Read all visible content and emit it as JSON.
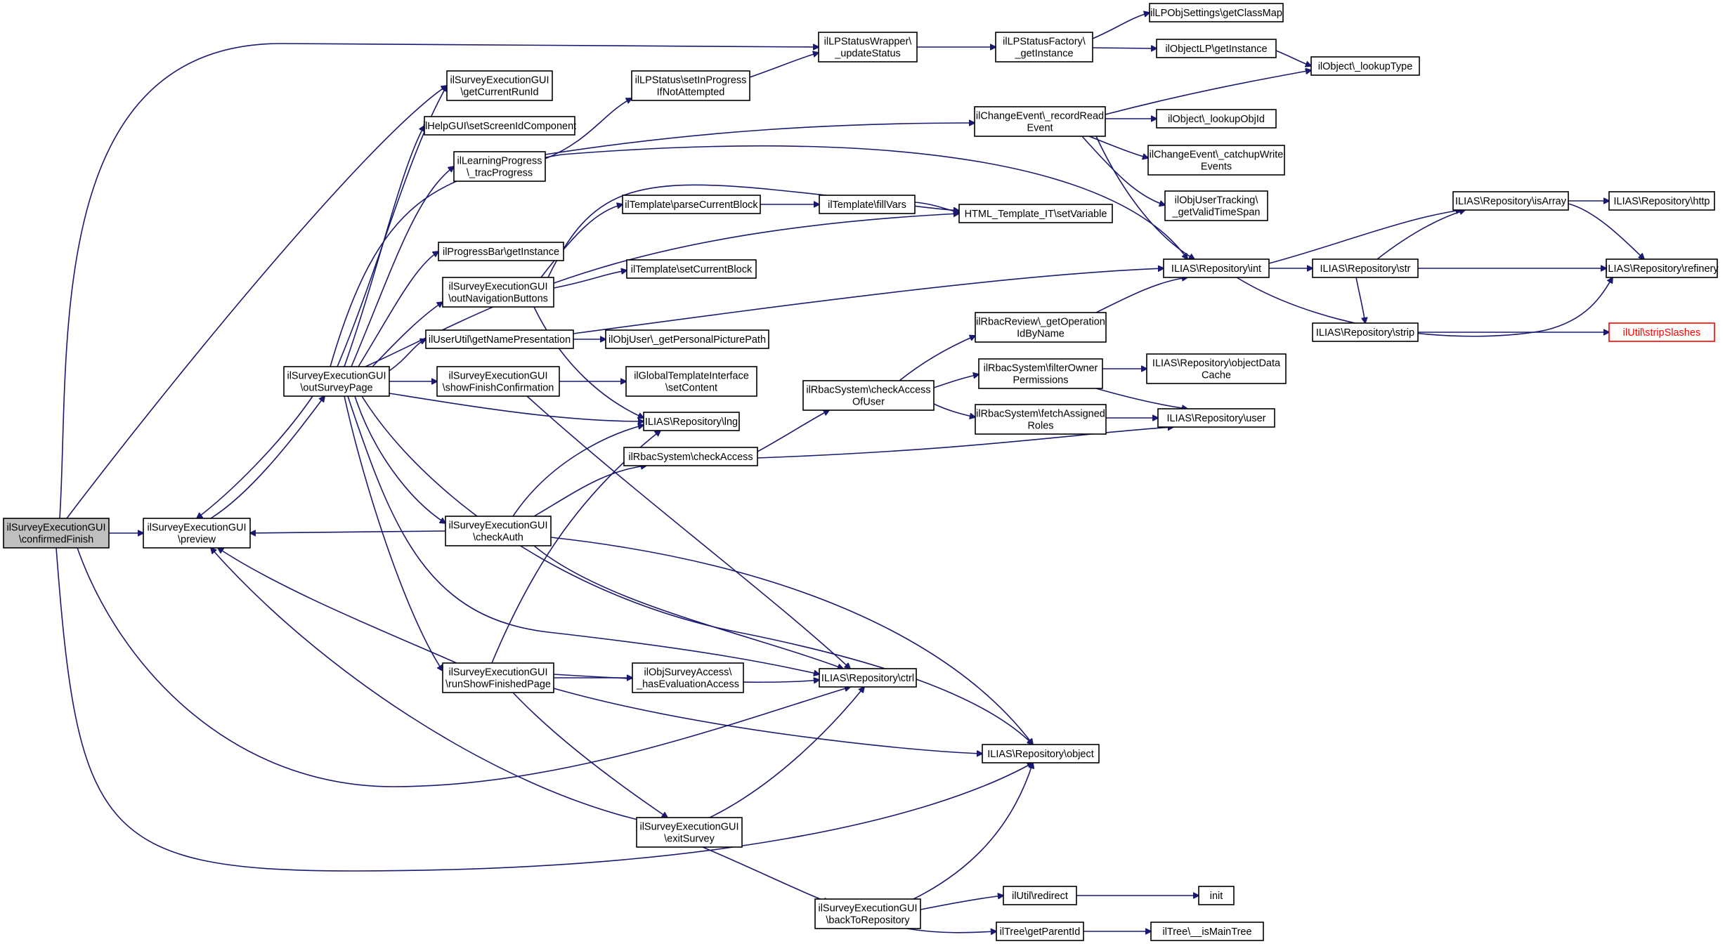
{
  "colors": {
    "edge": "#191970",
    "root_fill": "#bfbfbf",
    "highlight_border": "#ff0000"
  },
  "nodes": [
    {
      "id": "confirmedFinish",
      "lines": [
        "ilSurveyExecutionGUI",
        "\\confirmedFinish"
      ],
      "root": true
    },
    {
      "id": "preview",
      "lines": [
        "ilSurveyExecutionGUI",
        "\\preview"
      ]
    },
    {
      "id": "outSurveyPage",
      "lines": [
        "ilSurveyExecutionGUI",
        "\\outSurveyPage"
      ]
    },
    {
      "id": "getCurrentRunId",
      "lines": [
        "ilSurveyExecutionGUI",
        "\\getCurrentRunId"
      ]
    },
    {
      "id": "setScreenIdComponent",
      "lines": [
        "ilHelpGUI\\setScreenIdComponent"
      ]
    },
    {
      "id": "tracProgress",
      "lines": [
        "ilLearningProgress",
        "\\_tracProgress"
      ]
    },
    {
      "id": "progressBar",
      "lines": [
        "ilProgressBar\\getInstance"
      ]
    },
    {
      "id": "outNavigationButtons",
      "lines": [
        "ilSurveyExecutionGUI",
        "\\outNavigationButtons"
      ]
    },
    {
      "id": "getNamePresentation",
      "lines": [
        "ilUserUtil\\getNamePresentation"
      ]
    },
    {
      "id": "showFinishConfirmation",
      "lines": [
        "ilSurveyExecutionGUI",
        "\\showFinishConfirmation"
      ]
    },
    {
      "id": "checkAuth",
      "lines": [
        "ilSurveyExecutionGUI",
        "\\checkAuth"
      ]
    },
    {
      "id": "runShowFinishedPage",
      "lines": [
        "ilSurveyExecutionGUI",
        "\\runShowFinishedPage"
      ]
    },
    {
      "id": "exitSurvey",
      "lines": [
        "ilSurveyExecutionGUI",
        "\\exitSurvey"
      ]
    },
    {
      "id": "backToRepository",
      "lines": [
        "ilSurveyExecutionGUI",
        "\\backToRepository"
      ]
    },
    {
      "id": "setInProgress",
      "lines": [
        "ilLPStatus\\setInProgress",
        "IfNotAttempted"
      ]
    },
    {
      "id": "parseCurrentBlock",
      "lines": [
        "ilTemplate\\parseCurrentBlock"
      ]
    },
    {
      "id": "setCurrentBlock",
      "lines": [
        "ilTemplate\\setCurrentBlock"
      ]
    },
    {
      "id": "getPersonalPicturePath",
      "lines": [
        "ilObjUser\\_getPersonalPicturePath"
      ]
    },
    {
      "id": "setContent",
      "lines": [
        "ilGlobalTemplateInterface",
        "\\setContent"
      ]
    },
    {
      "id": "lng",
      "lines": [
        "ILIAS\\Repository\\lng"
      ]
    },
    {
      "id": "checkAccess",
      "lines": [
        "ilRbacSystem\\checkAccess"
      ]
    },
    {
      "id": "hasEvaluationAccess",
      "lines": [
        "ilObjSurveyAccess\\",
        "_hasEvaluationAccess"
      ]
    },
    {
      "id": "updateStatus",
      "lines": [
        "ilLPStatusWrapper\\",
        "_updateStatus"
      ]
    },
    {
      "id": "fillVars",
      "lines": [
        "ilTemplate\\fillVars"
      ]
    },
    {
      "id": "ctrl",
      "lines": [
        "ILIAS\\Repository\\ctrl"
      ]
    },
    {
      "id": "checkAccessOfUser",
      "lines": [
        "ilRbacSystem\\checkAccess",
        "OfUser"
      ]
    },
    {
      "id": "lpFactory",
      "lines": [
        "ilLPStatusFactory\\",
        "_getInstance"
      ]
    },
    {
      "id": "recordReadEvent",
      "lines": [
        "ilChangeEvent\\_recordRead",
        "Event"
      ]
    },
    {
      "id": "setVariable",
      "lines": [
        "HTML_Template_IT\\setVariable"
      ]
    },
    {
      "id": "getOperationIdByName",
      "lines": [
        "ilRbacReview\\_getOperation",
        "IdByName"
      ]
    },
    {
      "id": "filterOwnerPermissions",
      "lines": [
        "ilRbacSystem\\filterOwner",
        "Permissions"
      ]
    },
    {
      "id": "fetchAssignedRoles",
      "lines": [
        "ilRbacSystem\\fetchAssigned",
        "Roles"
      ]
    },
    {
      "id": "object",
      "lines": [
        "ILIAS\\Repository\\object"
      ]
    },
    {
      "id": "redirect",
      "lines": [
        "ilUtil\\redirect"
      ]
    },
    {
      "id": "getParentId",
      "lines": [
        "ilTree\\getParentId"
      ]
    },
    {
      "id": "getClassMap",
      "lines": [
        "ilLPObjSettings\\getClassMap"
      ]
    },
    {
      "id": "objectLP",
      "lines": [
        "ilObjectLP\\getInstance"
      ]
    },
    {
      "id": "lookupObjId",
      "lines": [
        "ilObject\\_lookupObjId"
      ]
    },
    {
      "id": "catchupWriteEvents",
      "lines": [
        "ilChangeEvent\\_catchupWrite",
        "Events"
      ]
    },
    {
      "id": "getValidTimeSpan",
      "lines": [
        "ilObjUserTracking\\",
        "_getValidTimeSpan"
      ]
    },
    {
      "id": "int",
      "lines": [
        "ILIAS\\Repository\\int"
      ]
    },
    {
      "id": "objectDataCache",
      "lines": [
        "ILIAS\\Repository\\objectData",
        "Cache"
      ]
    },
    {
      "id": "user",
      "lines": [
        "ILIAS\\Repository\\user"
      ]
    },
    {
      "id": "init",
      "lines": [
        "init"
      ]
    },
    {
      "id": "isMainTree",
      "lines": [
        "ilTree\\__isMainTree"
      ]
    },
    {
      "id": "lookupType",
      "lines": [
        "ilObject\\_lookupType"
      ]
    },
    {
      "id": "str",
      "lines": [
        "ILIAS\\Repository\\str"
      ]
    },
    {
      "id": "strip",
      "lines": [
        "ILIAS\\Repository\\strip"
      ]
    },
    {
      "id": "isArray",
      "lines": [
        "ILIAS\\Repository\\isArray"
      ]
    },
    {
      "id": "http",
      "lines": [
        "ILIAS\\Repository\\http"
      ]
    },
    {
      "id": "refinery",
      "lines": [
        "ILIAS\\Repository\\refinery"
      ]
    },
    {
      "id": "stripSlashes",
      "lines": [
        "ilUtil\\stripSlashes"
      ],
      "highlight": true
    }
  ]
}
